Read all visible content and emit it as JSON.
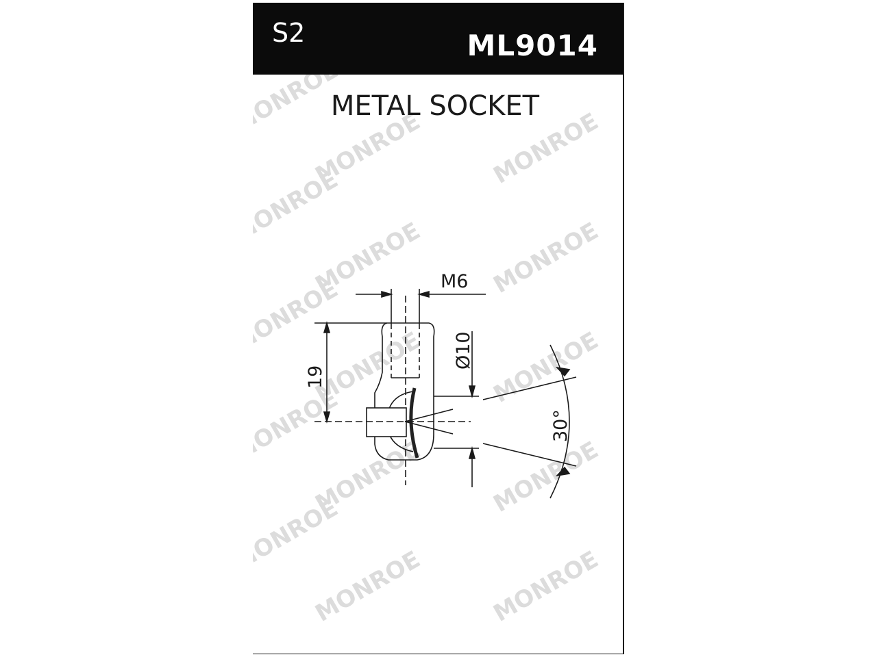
{
  "header": {
    "code": "S2",
    "part_number": "ML9014",
    "background": "#0b0b0b",
    "text_color": "#ffffff"
  },
  "title": "METAL SOCKET",
  "dimensions": {
    "thread": "M6",
    "diameter": "Ø10",
    "length": "19",
    "angle": "30°"
  },
  "watermark": {
    "text": "MONROE",
    "color": "#d2d2d2"
  }
}
